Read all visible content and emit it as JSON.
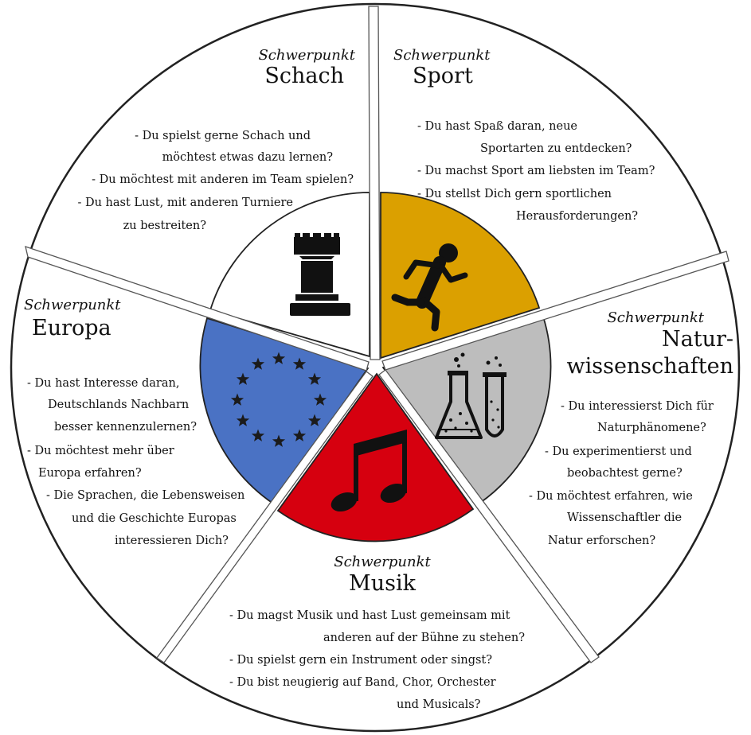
{
  "segments": [
    {
      "id": "schach",
      "kicker": "Schwerpunkt",
      "title_lines": [
        "Schach"
      ],
      "color": "#ffffff",
      "icon": "chess-rook-icon",
      "lines": [
        "- Du spielst gerne Schach und",
        "möchtest etwas dazu lernen?",
        "- Du möchtest mit anderen im Team spielen?",
        "- Du hast Lust, mit anderen Turniere",
        "zu bestreiten?"
      ]
    },
    {
      "id": "sport",
      "kicker": "Schwerpunkt",
      "title_lines": [
        "Sport"
      ],
      "color": "#dba000",
      "icon": "running-person-icon",
      "lines": [
        "- Du hast Spaß daran, neue",
        "Sportarten zu entdecken?",
        "- Du machst Sport am liebsten im Team?",
        "- Du stellst Dich gern sportlichen",
        "Herausforderungen?"
      ]
    },
    {
      "id": "natur",
      "kicker": "Schwerpunkt",
      "title_lines": [
        "Natur-",
        "wissenschaften"
      ],
      "color": "#bdbdbd",
      "icon": "lab-flask-icon",
      "lines": [
        "- Du interessierst Dich für",
        "Naturphänomene?",
        "- Du experimentierst und",
        "beobachtest gerne?",
        "- Du möchtest erfahren, wie",
        "Wissenschaftler die",
        "Natur erforschen?"
      ]
    },
    {
      "id": "musik",
      "kicker": "Schwerpunkt",
      "title_lines": [
        "Musik"
      ],
      "color": "#d6000f",
      "icon": "music-note-icon",
      "lines": [
        "- Du magst Musik und hast Lust gemeinsam mit",
        "anderen auf der Bühne zu stehen?",
        "- Du spielst gern ein Instrument oder singst?",
        "- Du bist neugierig auf Band, Chor, Orchester",
        "und Musicals?"
      ]
    },
    {
      "id": "europa",
      "kicker": "Schwerpunkt",
      "title_lines": [
        "Europa"
      ],
      "color": "#4a72c4",
      "icon": "eu-stars-icon",
      "lines": [
        "- Du hast Interesse daran,",
        "Deutschlands Nachbarn",
        "besser kennenzulernen?",
        "- Du möchtest mehr über",
        "Europa erfahren?",
        "- Die Sprachen, die Lebensweisen",
        "und die Geschichte Europas",
        "interessieren Dich?"
      ]
    }
  ],
  "colors": {
    "outline": "#222222",
    "star": "#1b1b1b",
    "icon": "#111111"
  }
}
